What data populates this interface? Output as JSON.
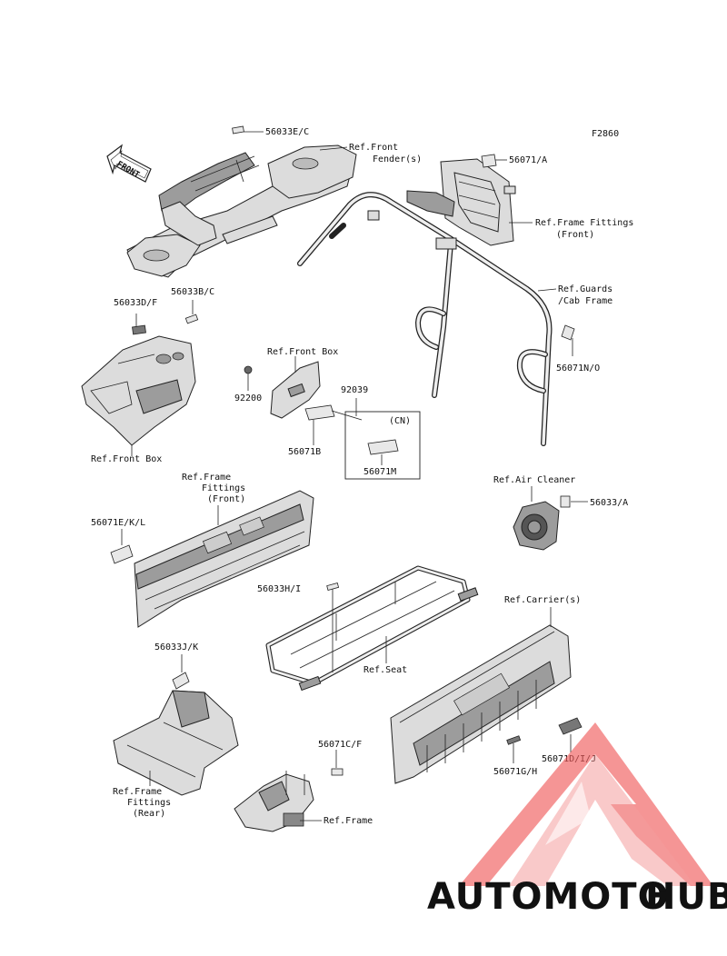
{
  "figure_code": "F2860",
  "direction_arrow": "FRONT",
  "labels": {
    "p56033EC": "56033E/C",
    "refFrontFender1": "Ref.Front",
    "refFrontFender2": "Fender(s)",
    "p56071A": "56071/A",
    "refFrameFittingsFront1": "Ref.Frame Fittings",
    "refFrameFittingsFront2": "(Front)",
    "refGuards1": "Ref.Guards",
    "refGuards2": "/Cab Frame",
    "p56071NO": "56071N/O",
    "p56033DF": "56033D/F",
    "p56033BC": "56033B/C",
    "refFrontBoxLeft": "Ref.Front Box",
    "refFrontBoxCenter": "Ref.Front Box",
    "p92200": "92200",
    "p92039": "92039",
    "cn": "(CN)",
    "p56071B": "56071B",
    "p56071M": "56071M",
    "refAirCleaner": "Ref.Air Cleaner",
    "p56033A": "56033/A",
    "refFrameFittingsFrontB1": "Ref.Frame",
    "refFrameFittingsFrontB2": "Fittings",
    "refFrameFittingsFrontB3": "(Front)",
    "p56071EKL": "56071E/K/L",
    "p56033HI": "56033H/I",
    "refCarriers": "Ref.Carrier(s)",
    "refSeat": "Ref.Seat",
    "p56033JK": "56033J/K",
    "p56071CF": "56071C/F",
    "p56071DIJ": "56071D/I/J",
    "p56071GH": "56071G/H",
    "refFrameFittingsRear1": "Ref.Frame",
    "refFrameFittingsRear2": "Fittings",
    "refFrameFittingsRear3": "(Rear)",
    "refFrame": "Ref.Frame"
  },
  "watermark": {
    "part1": "AUTOMOTO",
    "part2": "HUB",
    "color1": "#f4a07a",
    "color2": "#8a8a8a",
    "logo_color": "#f05a5a"
  }
}
